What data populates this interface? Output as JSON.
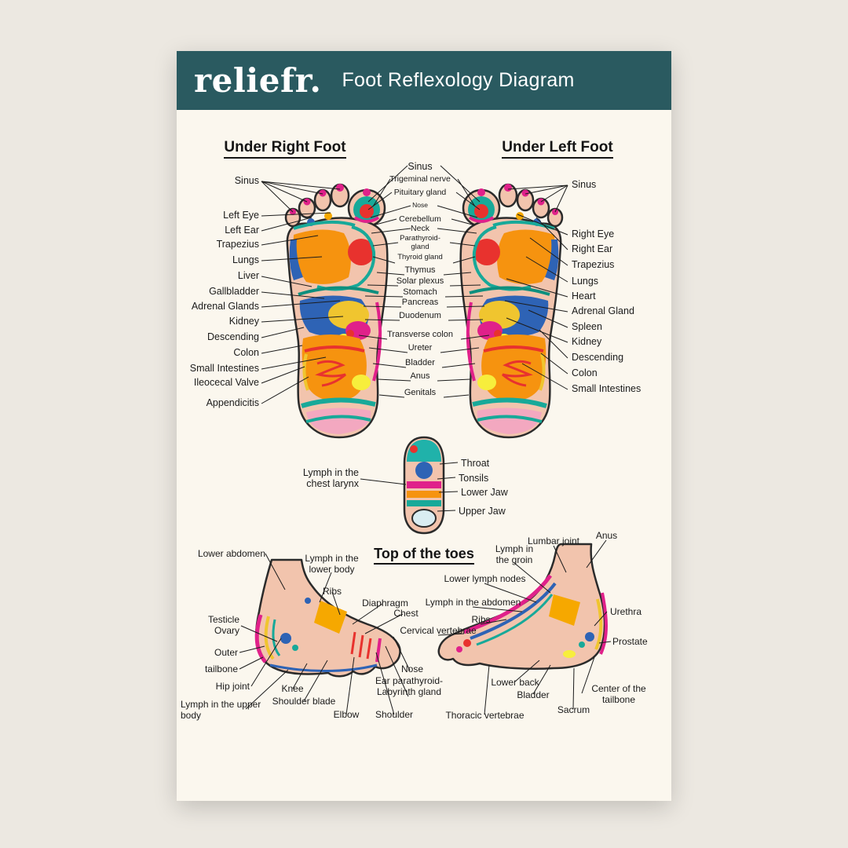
{
  "header": {
    "logo": "reliefr.",
    "title": "Foot Reflexology Diagram"
  },
  "colors": {
    "page_bg": "#ece8e1",
    "poster_bg": "#fbf7ee",
    "header_bg": "#2a5a60",
    "skin": "#f2c4ad",
    "zone_palette": [
      "#e0218a",
      "#f6930f",
      "#18a999",
      "#2e63b5",
      "#e8322e",
      "#f0c52f",
      "#f7ee3c",
      "#f3a8c0"
    ]
  },
  "soles": {
    "left_heading": "Under Right Foot",
    "right_heading": "Under Left Foot",
    "left": [
      "Sinus",
      "Left Eye",
      "Left Ear",
      "Trapezius",
      "Lungs",
      "Liver",
      "Gallbladder",
      "Adrenal Glands",
      "Kidney",
      "Descending",
      "Colon",
      "Small Intestines",
      "Ileocecal Valve",
      "Appendicitis"
    ],
    "center": [
      "Sinus",
      "Trigeminal nerve",
      "Pituitary gland",
      "Nose",
      "Cerebellum",
      "Neck",
      "Parathyroid-\ngland",
      "Thyroid gland",
      "Thymus",
      "Solar plexus",
      "Stomach",
      "Pancreas",
      "Duodenum",
      "Transverse colon",
      "Ureter",
      "Bladder",
      "Anus",
      "Genitals"
    ],
    "right": [
      "Sinus",
      "Right Eye",
      "Right Ear",
      "Trapezius",
      "Lungs",
      "Heart",
      "Adrenal Gland",
      "Spleen",
      "Kidney",
      "Descending",
      "Colon",
      "Small Intestines"
    ]
  },
  "toe": {
    "left": "Lymph in the\nchest larynx",
    "right": [
      "Throat",
      "Tonsils",
      "Lower Jaw",
      "Upper Jaw"
    ]
  },
  "top_toes": {
    "heading": "Top of the toes",
    "left_foot": [
      "Lower abdomen",
      "Lymph in the\nlower body",
      "Ribs",
      "Diaphragm",
      "Chest",
      "Testicle\nOvary",
      "Outer",
      "tailbone",
      "Hip joint",
      "Lymph in the upper\nbody",
      "Knee",
      "Shoulder blade",
      "Elbow",
      "Shoulder",
      "Ear parathyroid-\nLabyrinth  gland",
      "Nose"
    ],
    "right_foot": [
      "Lumbar joint",
      "Anus",
      "Lymph in\nthe groin",
      "Lower lymph nodes",
      "Lymph in the abdomen",
      "Ribs",
      "Cervical vertebrae",
      "Urethra",
      "Prostate",
      "Lower back",
      "Bladder",
      "Sacrum",
      "Center of the\ntailbone",
      "Thoracic vertebrae"
    ]
  }
}
